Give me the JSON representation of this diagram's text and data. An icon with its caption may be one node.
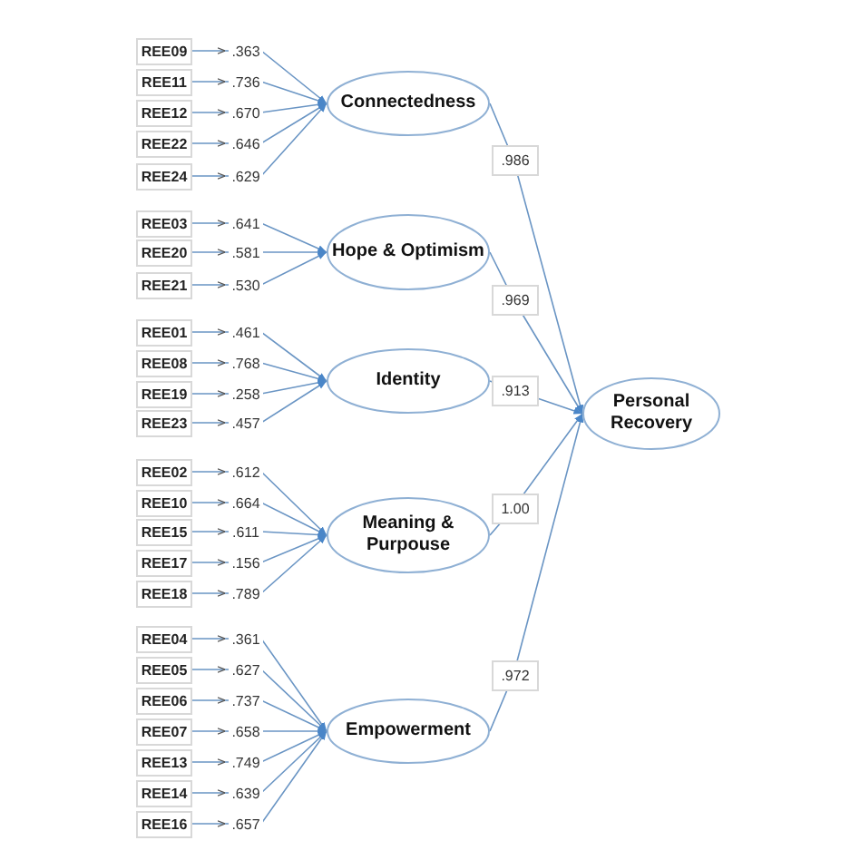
{
  "diagram": {
    "nodes": [
      {
        "text": [
          "REE09"
        ]
      },
      {
        "text": [
          "REE11"
        ]
      },
      {
        "text": [
          "REE12"
        ]
      },
      {
        "text": [
          "REE22"
        ]
      },
      {
        "text": [
          "REE24"
        ]
      },
      {
        "text": [
          "Connectedness"
        ]
      },
      {
        "text": [
          "REE03"
        ]
      },
      {
        "text": [
          "REE20"
        ]
      },
      {
        "text": [
          "REE21"
        ]
      },
      {
        "text": [
          "Hope & Optimism"
        ]
      },
      {
        "text": [
          "REE01"
        ]
      },
      {
        "text": [
          "REE08"
        ]
      },
      {
        "text": [
          "REE19"
        ]
      },
      {
        "text": [
          "REE23"
        ]
      },
      {
        "text": [
          "Identity"
        ]
      },
      {
        "text": [
          "REE02"
        ]
      },
      {
        "text": [
          "REE10"
        ]
      },
      {
        "text": [
          "REE15"
        ]
      },
      {
        "text": [
          "REE17"
        ]
      },
      {
        "text": [
          "REE18"
        ]
      },
      {
        "text": [
          "Meaning & Purpouse"
        ]
      },
      {
        "text": [
          "REE04"
        ]
      },
      {
        "text": [
          "REE05"
        ]
      },
      {
        "text": [
          "REE06"
        ]
      },
      {
        "text": [
          "REE07"
        ]
      },
      {
        "text": [
          "REE13"
        ]
      },
      {
        "text": [
          "REE14"
        ]
      },
      {
        "text": [
          "REE16"
        ]
      },
      {
        "text": [
          "Empowerment"
        ]
      },
      {
        "text": [
          "Personal Recovery"
        ]
      }
    ],
    "edges": [
      {
        "from": 0,
        "to": 5,
        "arrow": "to",
        "label": ".363"
      },
      {
        "from": 1,
        "to": 5,
        "arrow": "to",
        "label": ".736"
      },
      {
        "from": 2,
        "to": 5,
        "arrow": "to",
        "label": ".670"
      },
      {
        "from": 3,
        "to": 5,
        "arrow": "to",
        "label": ".646"
      },
      {
        "from": 4,
        "to": 5,
        "arrow": "to",
        "label": ".629"
      },
      {
        "from": 6,
        "to": 9,
        "arrow": "to",
        "label": ".641"
      },
      {
        "from": 7,
        "to": 9,
        "arrow": "to",
        "label": ".581"
      },
      {
        "from": 8,
        "to": 9,
        "arrow": "to",
        "label": ".530"
      },
      {
        "from": 10,
        "to": 14,
        "arrow": "to",
        "label": ".461"
      },
      {
        "from": 11,
        "to": 14,
        "arrow": "to",
        "label": ".768"
      },
      {
        "from": 12,
        "to": 14,
        "arrow": "to",
        "label": ".258"
      },
      {
        "from": 13,
        "to": 14,
        "arrow": "to",
        "label": ".457"
      },
      {
        "from": 15,
        "to": 20,
        "arrow": "to",
        "label": ".612"
      },
      {
        "from": 16,
        "to": 20,
        "arrow": "to",
        "label": ".664"
      },
      {
        "from": 17,
        "to": 20,
        "arrow": "to",
        "label": ".611"
      },
      {
        "from": 18,
        "to": 20,
        "arrow": "to",
        "label": ".156"
      },
      {
        "from": 19,
        "to": 20,
        "arrow": "to",
        "label": ".789"
      },
      {
        "from": 21,
        "to": 28,
        "arrow": "to",
        "label": ".361"
      },
      {
        "from": 22,
        "to": 28,
        "arrow": "to",
        "label": ".627"
      },
      {
        "from": 23,
        "to": 28,
        "arrow": "to",
        "label": ".737"
      },
      {
        "from": 24,
        "to": 28,
        "arrow": "to",
        "label": ".658"
      },
      {
        "from": 25,
        "to": 28,
        "arrow": "to",
        "label": ".749"
      },
      {
        "from": 26,
        "to": 28,
        "arrow": "to",
        "label": ".639"
      },
      {
        "from": 27,
        "to": 28,
        "arrow": "to",
        "label": ".657"
      },
      {
        "from": 5,
        "to": 29,
        "arrow": "to",
        "label": ".986"
      },
      {
        "from": 9,
        "to": 29,
        "arrow": "to",
        "label": ".969"
      },
      {
        "from": 14,
        "to": 29,
        "arrow": "to",
        "label": ".913"
      },
      {
        "from": 20,
        "to": 29,
        "arrow": "to",
        "label": "1.00"
      },
      {
        "from": 28,
        "to": 29,
        "arrow": "to",
        "label": ".972"
      }
    ]
  }
}
